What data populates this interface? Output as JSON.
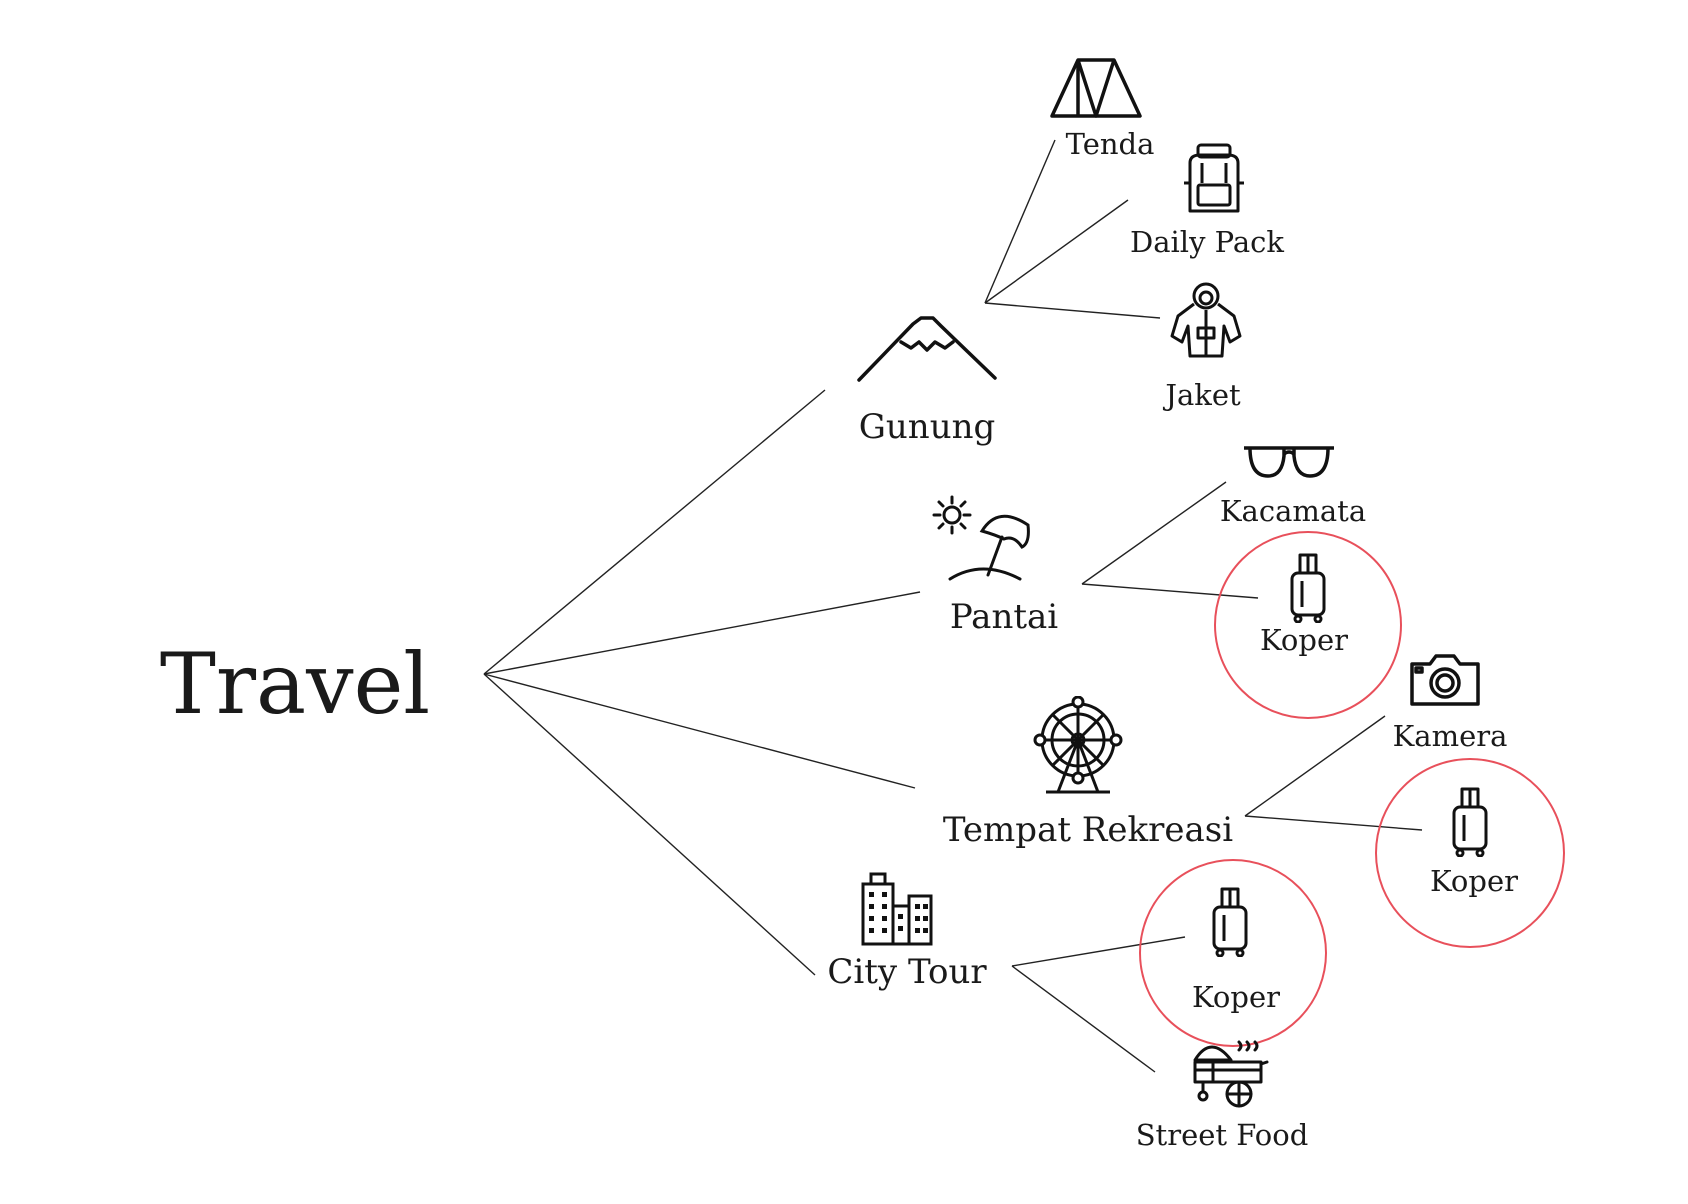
{
  "diagram": {
    "root": {
      "label": "Travel"
    },
    "categories": {
      "gunung": {
        "label": "Gunung",
        "icon": "mountain-icon"
      },
      "pantai": {
        "label": "Pantai",
        "icon": "beach-umbrella-icon"
      },
      "rekreasi": {
        "label": "Tempat Rekreasi",
        "icon": "ferris-wheel-icon"
      },
      "city": {
        "label": "City Tour",
        "icon": "city-buildings-icon"
      }
    },
    "items": {
      "tenda": {
        "label": "Tenda",
        "icon": "tent-icon"
      },
      "daily_pack": {
        "label": "Daily Pack",
        "icon": "backpack-icon"
      },
      "jaket": {
        "label": "Jaket",
        "icon": "jacket-icon"
      },
      "kacamata": {
        "label": "Kacamata",
        "icon": "sunglasses-icon"
      },
      "koper_pantai": {
        "label": "Koper",
        "icon": "suitcase-icon",
        "highlighted": true
      },
      "kamera": {
        "label": "Kamera",
        "icon": "camera-icon"
      },
      "koper_rekreasi": {
        "label": "Koper",
        "icon": "suitcase-icon",
        "highlighted": true
      },
      "koper_city": {
        "label": "Koper",
        "icon": "suitcase-icon",
        "highlighted": true
      },
      "street_food": {
        "label": "Street Food",
        "icon": "food-cart-icon"
      }
    },
    "colors": {
      "line": "#222222",
      "highlight": "#e8505b",
      "text": "#1a1a1a"
    }
  }
}
